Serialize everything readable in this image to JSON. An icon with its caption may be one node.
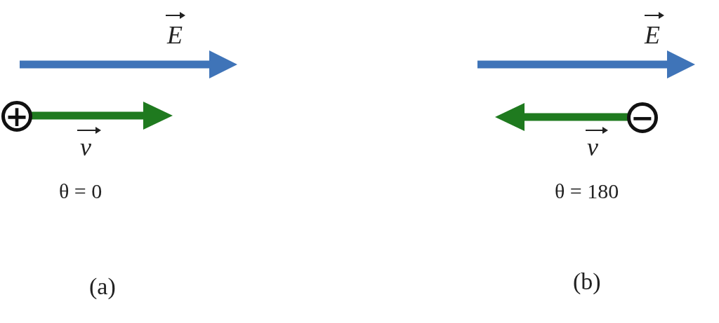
{
  "diagram": {
    "nodes": [
      {
        "text": [
          "+"
        ]
      },
      {
        "text": [
          "−"
        ]
      }
    ],
    "labels": [
      "E",
      "E",
      "v",
      "v",
      "θ = 0",
      "θ = 180",
      "(a)",
      "(b)"
    ]
  }
}
